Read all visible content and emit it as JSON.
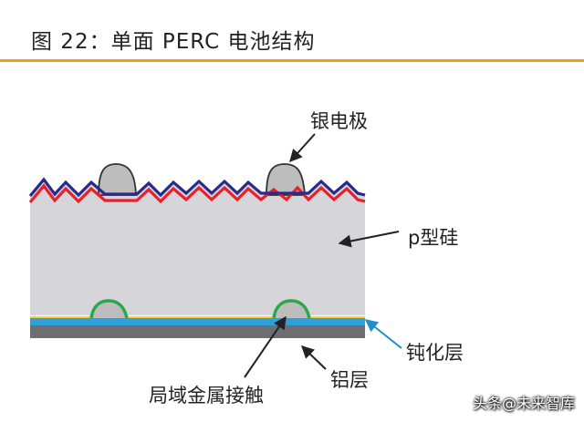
{
  "figure": {
    "title": "图 22：单面 PERC 电池结构"
  },
  "labels": {
    "silver_electrode": "银电极",
    "p_silicon": "p型硅",
    "passivation_layer": "钝化层",
    "aluminum_layer": "铝层",
    "local_metal_contact": "局域金属接触"
  },
  "watermark": {
    "text": "头条@未来智库"
  },
  "colors": {
    "accent_rule": "#e8a21a",
    "silicon": "#d4d4d8",
    "texture_red": "#e8202a",
    "texture_blue": "#2a2a8c",
    "electrode": "#bdbdbd",
    "passivation": "#2f9fd8",
    "aluminum": "#6e6e72",
    "contact_green": "#2aa84a",
    "passivation_arrow": "#1f8fc8"
  }
}
